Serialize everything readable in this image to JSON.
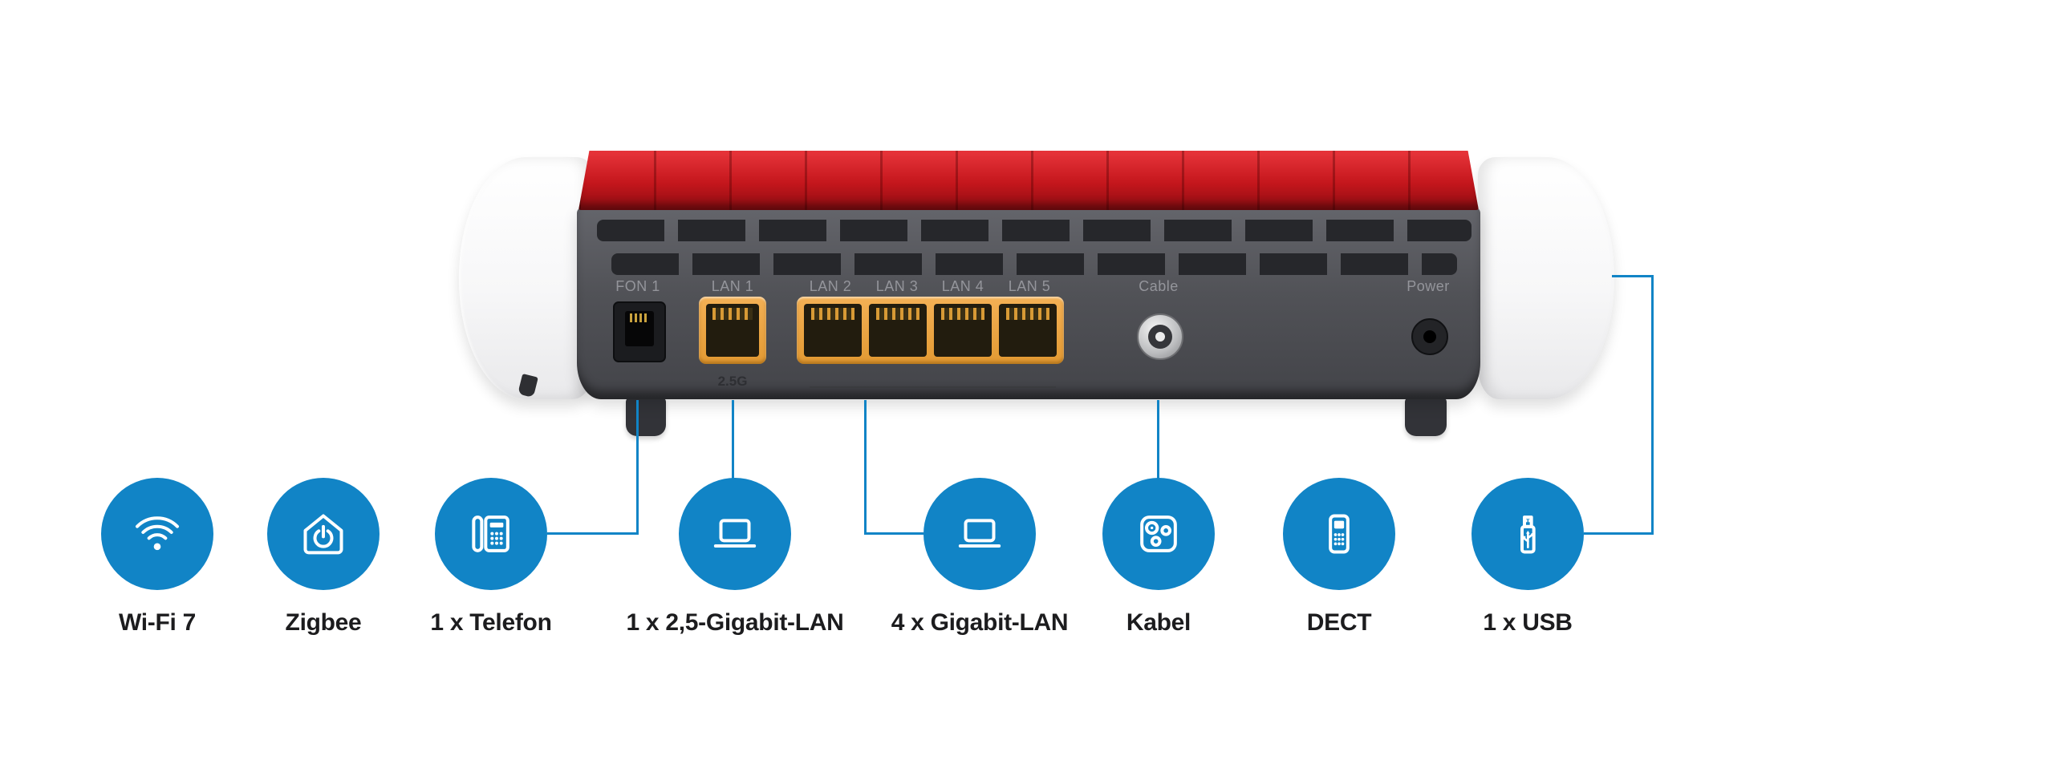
{
  "router": {
    "port_labels": {
      "fon1": "FON 1",
      "lan1": "LAN 1",
      "lan2": "LAN 2",
      "lan3": "LAN 3",
      "lan4": "LAN 4",
      "lan5": "LAN 5",
      "cable": "Cable",
      "power": "Power",
      "lan1_speed": "2.5G"
    }
  },
  "features": [
    {
      "id": "wifi",
      "label": "Wi-Fi 7",
      "icon": "wifi-icon"
    },
    {
      "id": "zigbee",
      "label": "Zigbee",
      "icon": "smart-home-icon"
    },
    {
      "id": "telefon",
      "label": "1 x Telefon",
      "icon": "phone-icon"
    },
    {
      "id": "lan25g",
      "label": "1 x 2,5-Gigabit-LAN",
      "icon": "laptop-icon"
    },
    {
      "id": "lan4x",
      "label": "4 x Gigabit-LAN",
      "icon": "laptop-icon"
    },
    {
      "id": "kabel",
      "label": "Kabel",
      "icon": "cable-socket-icon"
    },
    {
      "id": "dect",
      "label": "DECT",
      "icon": "dect-phone-icon"
    },
    {
      "id": "usb",
      "label": "1 x USB",
      "icon": "usb-stick-icon"
    }
  ],
  "colors": {
    "accent_blue": "#1184C6",
    "router_red": "#C4161C",
    "port_yellow": "#ECA243",
    "body_gray": "#4A4B50"
  }
}
